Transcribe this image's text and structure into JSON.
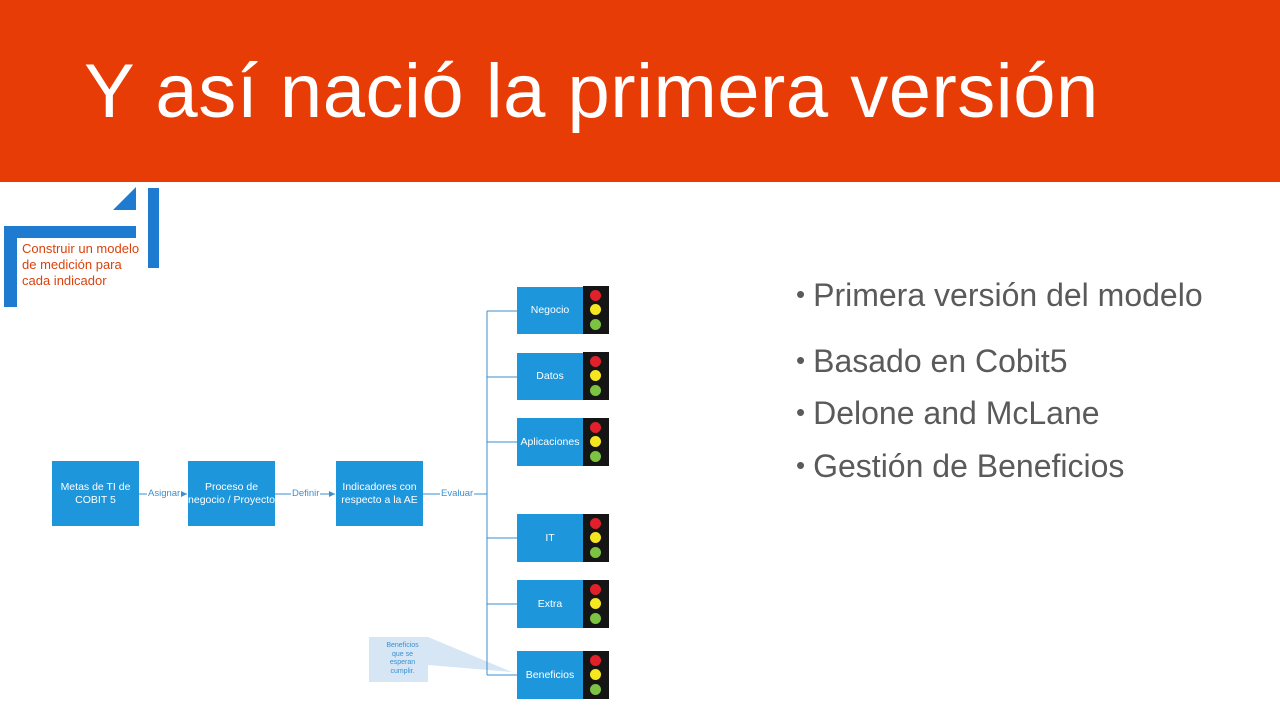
{
  "slide": {
    "title": "Y así nació la primera versión",
    "header_color": "#E83C06"
  },
  "logo": {
    "text": "Construir un modelo de medición para cada indicador",
    "accent": "#1E7BD0"
  },
  "bullets": [
    "Primera versión del modelo",
    "Basado en Cobit5",
    "Delone and McLane",
    "Gestión de Beneficios"
  ],
  "diagram": {
    "steps": [
      "Metas de TI de COBIT 5",
      "Proceso de negocio / Proyecto",
      "Indicadores con respecto a la AE"
    ],
    "connectors": [
      "Asignar",
      "Definir",
      "Evaluar"
    ],
    "categories": [
      "Negocio",
      "Datos",
      "Aplicaciones",
      "IT",
      "Extra",
      "Beneficios"
    ],
    "callout": "Beneficios que se esperan cumplir.",
    "box_color": "#1E96DC",
    "traffic_light_colors": [
      "#E2202A",
      "#F6E620",
      "#7DC242"
    ]
  }
}
